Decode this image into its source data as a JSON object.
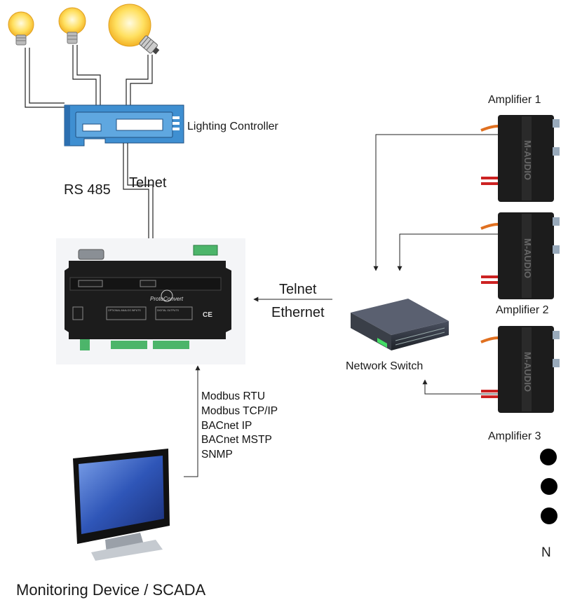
{
  "lighting": {
    "controller_label": "Lighting Controller",
    "rs485_label": "RS 485",
    "telnet_label": "Telnet",
    "bulbs": [
      "bulb-1",
      "bulb-2",
      "bulb-3"
    ]
  },
  "gateway": {
    "brand": "ProtoConvert",
    "mark": "CE",
    "panel_left": "OPTIONAL ANALOG INPUTS",
    "panel_right": "DIGITAL OUTPUTS"
  },
  "network": {
    "telnet_label": "Telnet",
    "ethernet_label": "Ethernet",
    "switch_label": "Network Switch"
  },
  "amplifiers": {
    "brand": "M-AUDIO",
    "labels": [
      "Amplifier 1",
      "Amplifier 2",
      "Amplifier 3"
    ],
    "n_label": "N"
  },
  "protocols": [
    "Modbus RTU",
    "Modbus TCP/IP",
    "BACnet IP",
    "BACnet MSTP",
    "SNMP"
  ],
  "monitor": {
    "label": "Monitoring Device / SCADA"
  },
  "colors": {
    "controller_blue": "#3f8fd1",
    "device_black": "#1c1c1c",
    "terminal_green": "#4cb56a",
    "bulb_yellow": "#ffd84a",
    "line": "#222222"
  }
}
